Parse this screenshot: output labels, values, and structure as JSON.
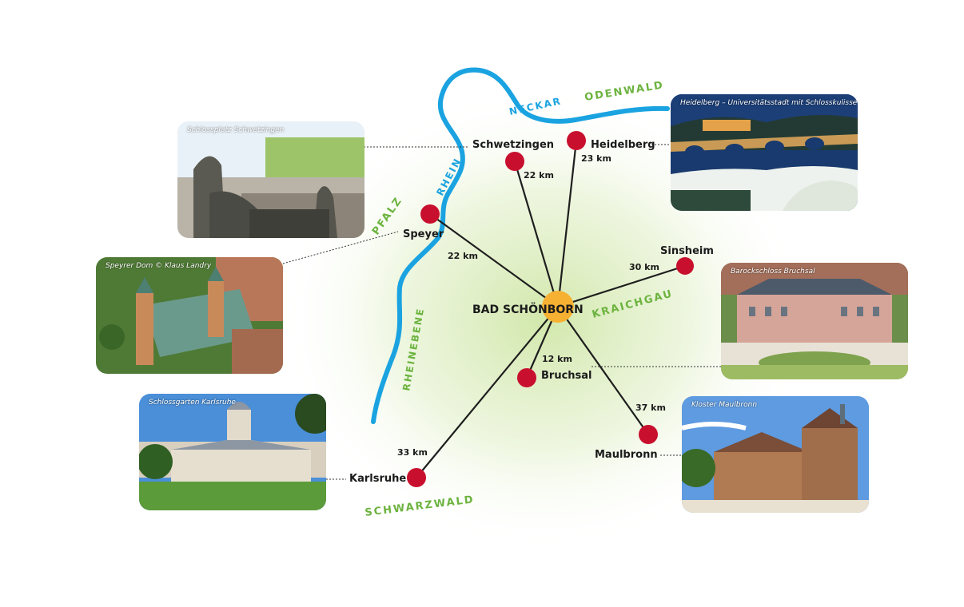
{
  "center": {
    "name": "BAD SCHÖNBORN",
    "color": "#f6b133"
  },
  "towns": [
    {
      "id": "schwetzingen",
      "name": "Schwetzingen",
      "distance": "22 km"
    },
    {
      "id": "heidelberg",
      "name": "Heidelberg",
      "distance": "23 km"
    },
    {
      "id": "speyer",
      "name": "Speyer",
      "distance": "22 km"
    },
    {
      "id": "sinsheim",
      "name": "Sinsheim",
      "distance": "30 km"
    },
    {
      "id": "bruchsal",
      "name": "Bruchsal",
      "distance": "12 km"
    },
    {
      "id": "maulbronn",
      "name": "Maulbronn",
      "distance": "37 km"
    },
    {
      "id": "karlsruhe",
      "name": "Karlsruhe",
      "distance": "33 km"
    }
  ],
  "regions": {
    "odenwald": "ODENWALD",
    "neckar": "NECKAR",
    "rhein": "RHEIN",
    "pfalz": "PFALZ",
    "rheinebene": "RHEINEBENE",
    "kraichgau": "KRAICHGAU",
    "schwarzwald": "SCHWARZWALD"
  },
  "photos": {
    "heidelberg": "Heidelberg – Universitätsstadt mit Schlosskulisse",
    "schwetzingen": "Schlossplatz Schwetzingen",
    "speyer": "Speyrer Dom © Klaus Landry",
    "bruchsal": "Barockschloss Bruchsal",
    "karlsruhe": "Schlossgarten Karlsruhe",
    "maulbronn": "Kloster Maulbronn"
  },
  "colors": {
    "marker": "#c8102e",
    "river": "#1aa3e0",
    "region_text": "#6cb33f",
    "glow": "#d7ebb5"
  }
}
